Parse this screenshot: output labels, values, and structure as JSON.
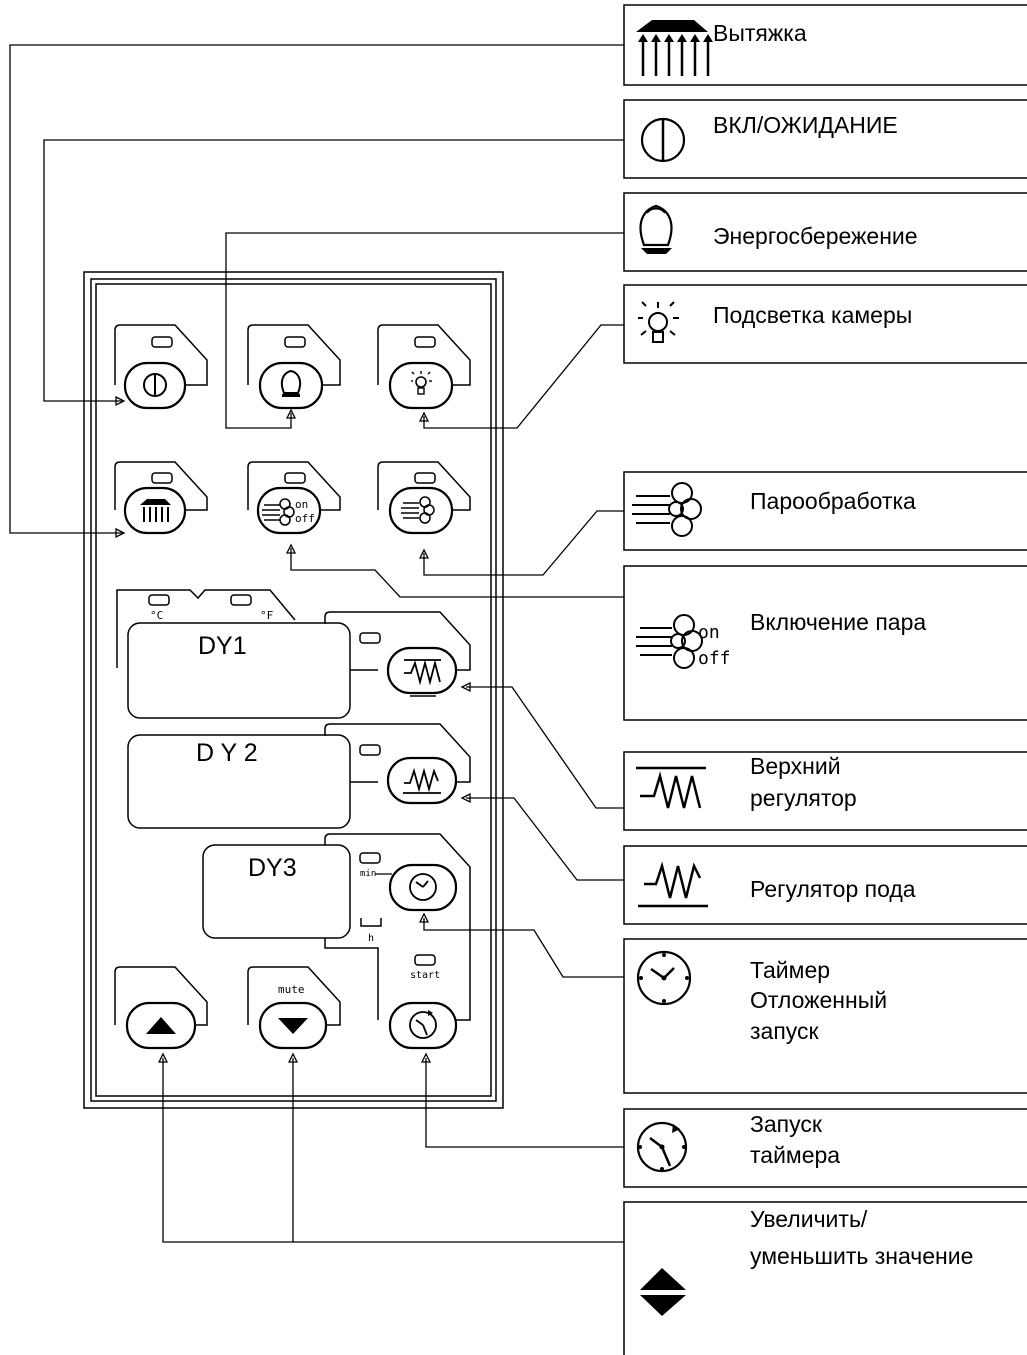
{
  "legend": {
    "hood": "Вытяжка",
    "power": "ВКЛ/ОЖИДАНИЕ",
    "eco": "Энергосбережение",
    "light": "Подсветка камеры",
    "steam": "Пароoбработка",
    "steam_on": "Включение пара",
    "steam_on_icon_on": "on",
    "steam_on_icon_off": "off",
    "top_reg_1": "Верхний",
    "top_reg_2": "регулятор",
    "bottom_reg": "Регулятор пода",
    "timer_1": "Таймер",
    "timer_2": "Отложенный",
    "timer_3": "запуск",
    "timer_start_1": "Запуск",
    "timer_start_2": "таймера",
    "updown_1": "Увеличить/",
    "updown_2": "уменьшить значение"
  },
  "panel": {
    "dy1": "DY1",
    "dy2": "D Y 2",
    "dy3": "DY3",
    "unit_c": "°C",
    "unit_f": "°F",
    "min": "min",
    "h": "h",
    "start": "start",
    "mute": "mute",
    "steam_btn_on": "on",
    "steam_btn_off": "off"
  },
  "icons": [
    "hood-icon",
    "power-icon",
    "eco-icon",
    "light-bulb-icon",
    "steam-icon",
    "steam-on-off-icon",
    "top-heater-icon",
    "bottom-heater-icon",
    "clock-icon",
    "clock-start-icon",
    "arrow-up-icon",
    "arrow-down-icon"
  ]
}
